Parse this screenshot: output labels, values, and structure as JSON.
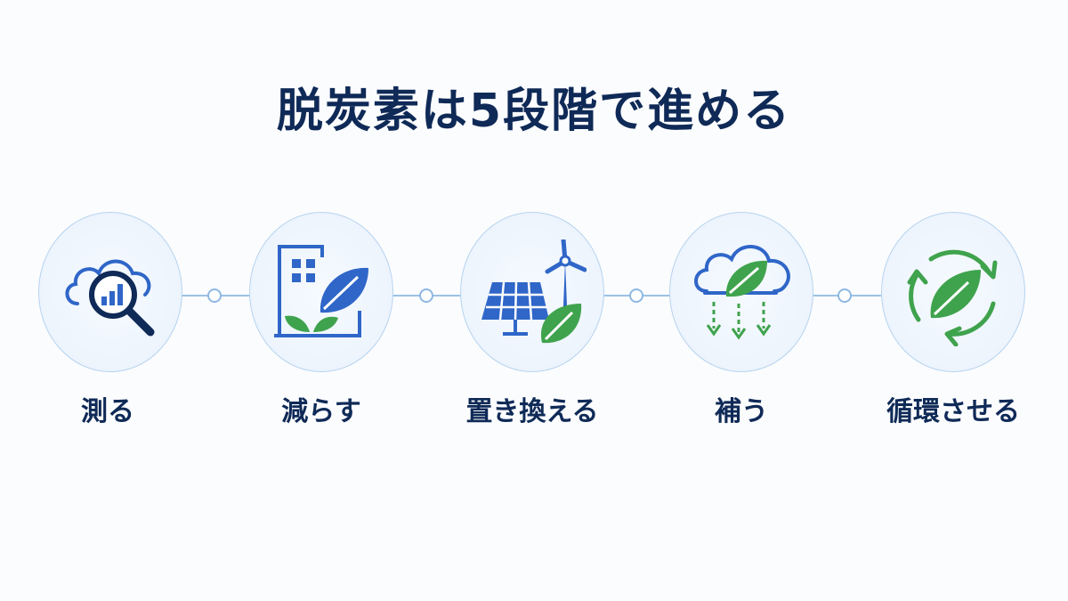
{
  "title": "脱炭素は5段階で進める",
  "steps": [
    {
      "label": "測る",
      "icon": "cloud-magnifier-chart-icon"
    },
    {
      "label": "減らす",
      "icon": "building-leaf-icon"
    },
    {
      "label": "置き換える",
      "icon": "solar-wind-leaf-icon"
    },
    {
      "label": "補う",
      "icon": "cloud-leaf-down-arrows-icon"
    },
    {
      "label": "循環させる",
      "icon": "recycle-leaf-icon"
    }
  ],
  "colors": {
    "navy": "#0f2a57",
    "blue": "#2f66c8",
    "green": "#3fa34d",
    "line": "#9cc2e6"
  }
}
